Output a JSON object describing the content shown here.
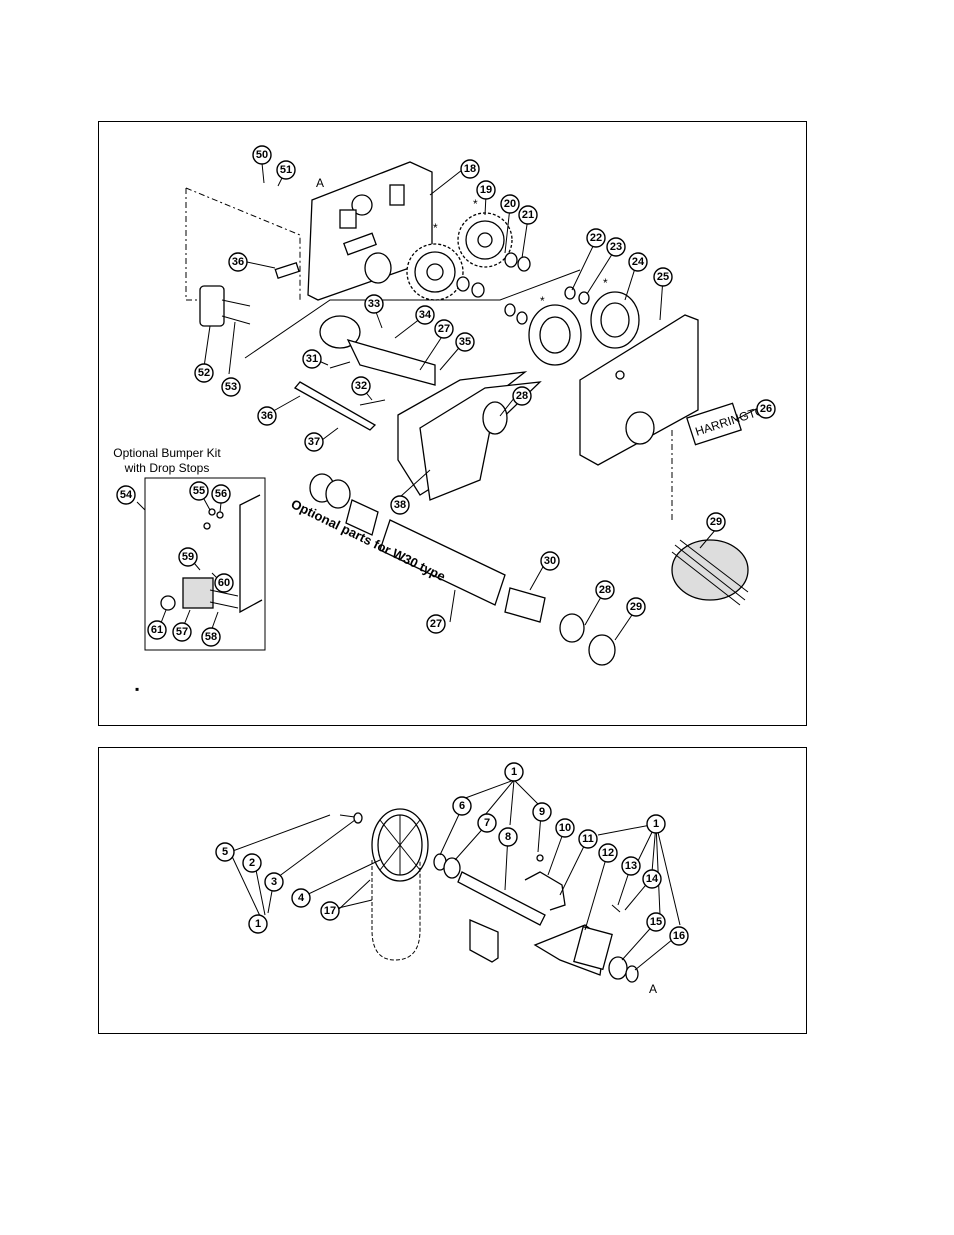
{
  "top_panel": {
    "label_A": "A",
    "bumper_kit_title_line1": "Optional Bumper Kit",
    "bumper_kit_title_line2": "with Drop Stops",
    "optional_parts_text": "Optional parts for W30 type",
    "nameplate_text": "HARRINGTON",
    "bullet": "▪",
    "star": "*",
    "callouts": [
      "18",
      "19",
      "20",
      "21",
      "22",
      "23",
      "24",
      "25",
      "26",
      "27",
      "28",
      "29",
      "30",
      "31",
      "32",
      "33",
      "34",
      "35",
      "36",
      "37",
      "38",
      "50",
      "51",
      "52",
      "53",
      "54",
      "55",
      "56",
      "57",
      "58",
      "59",
      "60",
      "61"
    ]
  },
  "bottom_panel": {
    "label_A": "A",
    "callouts": [
      "1",
      "2",
      "3",
      "4",
      "5",
      "6",
      "7",
      "8",
      "9",
      "10",
      "11",
      "12",
      "13",
      "14",
      "15",
      "16",
      "17"
    ]
  }
}
